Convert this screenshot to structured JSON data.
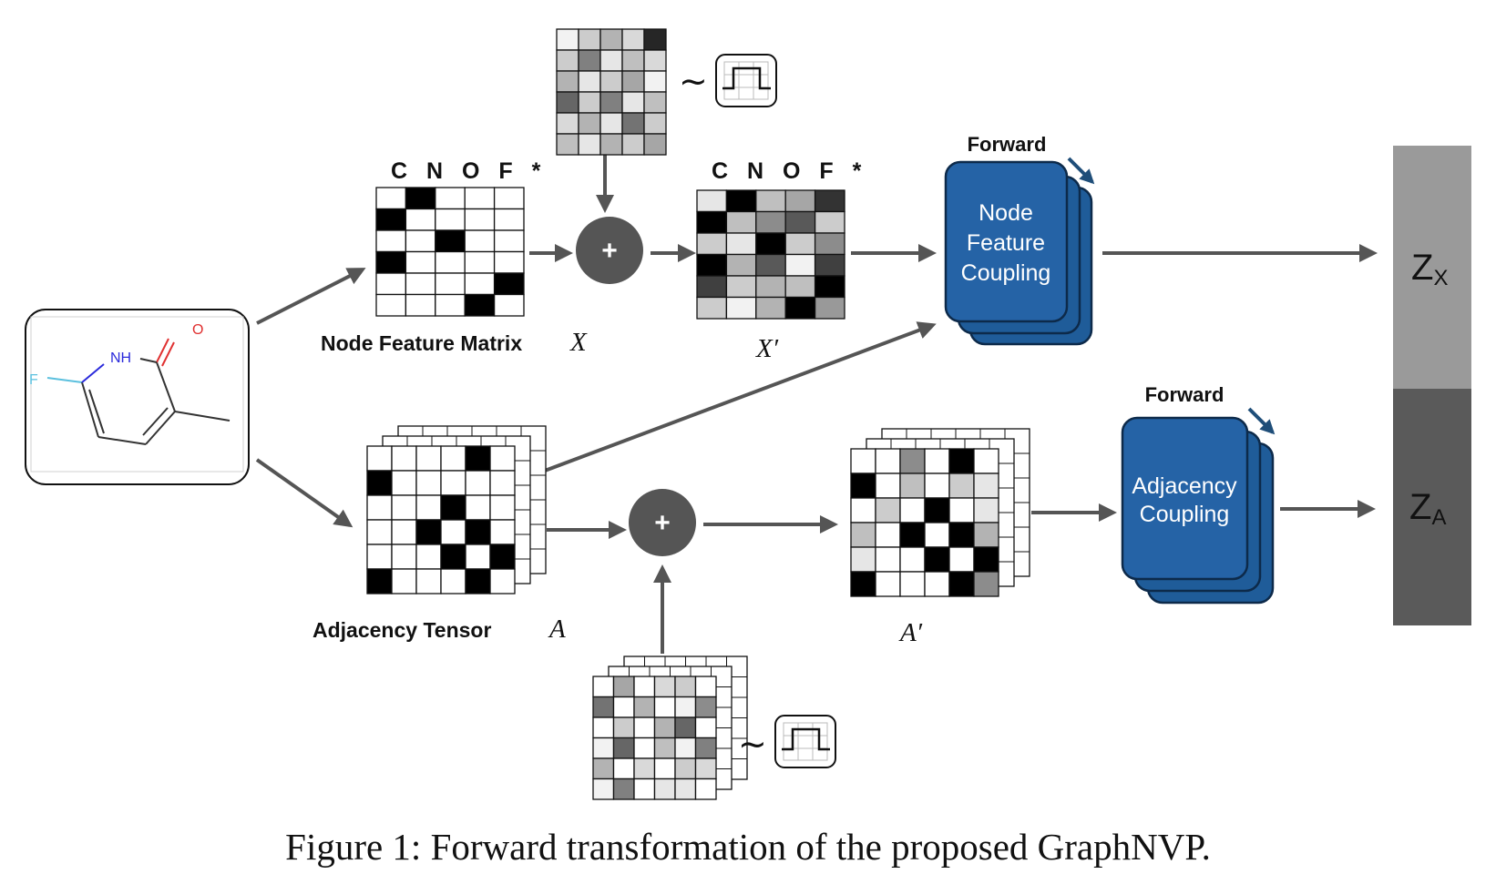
{
  "colors": {
    "arrow": "#555555",
    "block_fill": "#1f5c99",
    "block_stroke": "#0d2a4a",
    "operator_fill": "#555555",
    "zx_fill": "#9a9a9a",
    "za_fill": "#5a5a5a",
    "forward_arrow": "#1f4e79"
  },
  "molecule": {
    "atoms": {
      "nh": "NH",
      "o": "O",
      "f": "F"
    }
  },
  "node_matrix": {
    "columns_label": "C N O F *",
    "label": "Node Feature Matrix",
    "symbol": "X",
    "grid": [
      [
        0,
        1,
        0,
        0,
        0
      ],
      [
        1,
        0,
        0,
        0,
        0
      ],
      [
        0,
        0,
        1,
        0,
        0
      ],
      [
        1,
        0,
        0,
        0,
        0
      ],
      [
        0,
        0,
        0,
        0,
        1
      ],
      [
        0,
        0,
        0,
        1,
        0
      ]
    ]
  },
  "node_noise": {
    "distribution_icon": "uniform-distribution-icon",
    "grid": [
      [
        0.05,
        0.2,
        0.3,
        0.15,
        0.85
      ],
      [
        0.2,
        0.5,
        0.1,
        0.25,
        0.15
      ],
      [
        0.3,
        0.1,
        0.2,
        0.35,
        0.05
      ],
      [
        0.6,
        0.2,
        0.5,
        0.1,
        0.25
      ],
      [
        0.15,
        0.3,
        0.1,
        0.55,
        0.2
      ],
      [
        0.25,
        0.1,
        0.3,
        0.2,
        0.35
      ]
    ]
  },
  "node_matrix_prime": {
    "columns_label": "C N O F *",
    "symbol": "X′",
    "grid": [
      [
        0.1,
        1,
        0.25,
        0.35,
        0.8
      ],
      [
        1,
        0.25,
        0.45,
        0.65,
        0.2
      ],
      [
        0.2,
        0.1,
        1,
        0.2,
        0.45
      ],
      [
        1,
        0.3,
        0.65,
        0.05,
        0.75
      ],
      [
        0.75,
        0.2,
        0.3,
        0.25,
        1
      ],
      [
        0.2,
        0.05,
        0.3,
        1,
        0.4
      ]
    ]
  },
  "node_coupling": {
    "title": "Forward",
    "lines": [
      "Node",
      "Feature",
      "Coupling"
    ]
  },
  "adj_tensor": {
    "label": "Adjacency Tensor",
    "symbol": "A",
    "grid": [
      [
        0,
        0,
        0,
        0,
        1,
        0
      ],
      [
        1,
        0,
        0,
        0,
        0,
        0
      ],
      [
        0,
        0,
        0,
        1,
        0,
        0
      ],
      [
        0,
        0,
        1,
        0,
        1,
        0
      ],
      [
        0,
        0,
        0,
        1,
        0,
        1
      ],
      [
        1,
        0,
        0,
        0,
        1,
        0
      ]
    ]
  },
  "adj_noise": {
    "distribution_icon": "uniform-distribution-icon",
    "grid": [
      [
        0,
        0.35,
        0,
        0.15,
        0.2,
        0
      ],
      [
        0.55,
        0,
        0.3,
        0,
        0.05,
        0.45
      ],
      [
        0,
        0.2,
        0,
        0.3,
        0.6,
        0
      ],
      [
        0.05,
        0.6,
        0,
        0.25,
        0.05,
        0.5
      ],
      [
        0.3,
        0,
        0.15,
        0,
        0.2,
        0.15
      ],
      [
        0.05,
        0.5,
        0,
        0.1,
        0.1,
        0
      ]
    ]
  },
  "adj_tensor_prime": {
    "symbol": "A′",
    "grid": [
      [
        0,
        0,
        0.45,
        0,
        1,
        0
      ],
      [
        1,
        0,
        0.25,
        0,
        0.2,
        0.1
      ],
      [
        0,
        0.2,
        0,
        1,
        0,
        0.1
      ],
      [
        0.25,
        0,
        1,
        0,
        1,
        0.3
      ],
      [
        0.1,
        0,
        0,
        1,
        0,
        1
      ],
      [
        1,
        0,
        0,
        0,
        1,
        0.45
      ]
    ]
  },
  "adj_coupling": {
    "title": "Forward",
    "lines": [
      "Adjacency",
      "Coupling"
    ]
  },
  "latent": {
    "zx_main": "Z",
    "zx_sub": "X",
    "za_main": "Z",
    "za_sub": "A"
  },
  "operator_symbol": "+",
  "tilde": "~",
  "caption": "Figure 1: Forward transformation of the proposed GraphNVP."
}
